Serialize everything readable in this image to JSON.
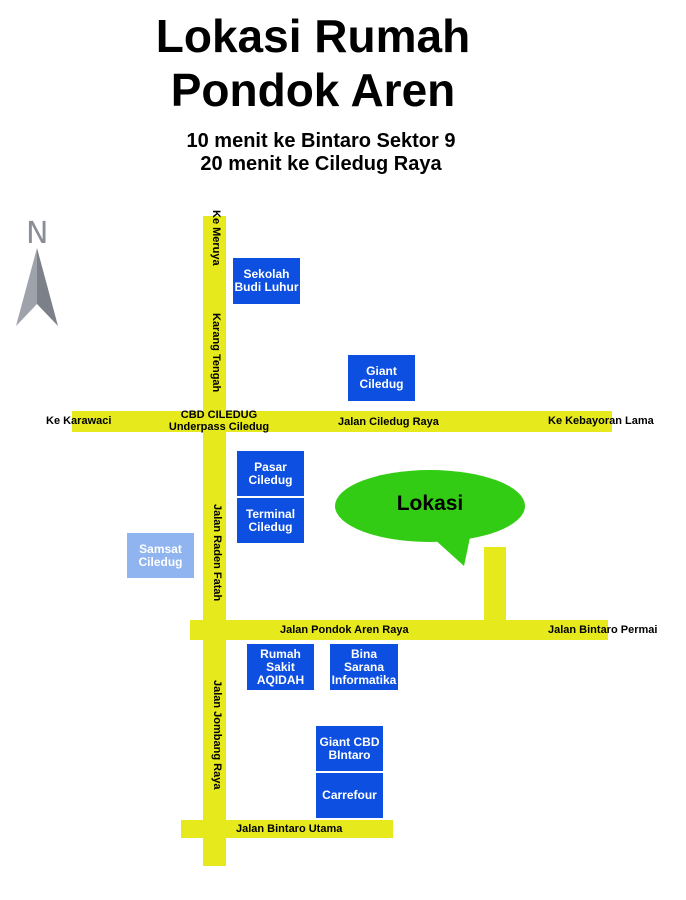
{
  "header": {
    "title_line1": "Lokasi Rumah",
    "title_line2": "Pondok Aren",
    "subtitle_line1": "10 menit ke Bintaro Sektor 9",
    "subtitle_line2": "20 menit ke Ciledug Raya"
  },
  "compass": {
    "label": "N"
  },
  "roads": {
    "ke_meruya": "Ke Meruya",
    "karang_tengah": "Karang Tengah",
    "ke_karawaci": "Ke Karawaci",
    "cbd_line1": "CBD CILEDUG",
    "cbd_line2": "Underpass Ciledug",
    "jalan_ciledug_raya": "Jalan Ciledug Raya",
    "ke_kebayoran_lama": "Ke Kebayoran Lama",
    "jalan_raden_fatah": "Jalan Raden Fatah",
    "jalan_pondok_aren_raya": "Jalan Pondok Aren Raya",
    "jalan_bintaro_permai": "Jalan Bintaro Permai",
    "jalan_jombang_raya": "Jalan Jombang Raya",
    "jalan_bintaro_utama": "Jalan Bintaro Utama"
  },
  "places": {
    "sekolah_budi_luhur": "Sekolah Budi Luhur",
    "giant_ciledug": "Giant Ciledug",
    "pasar_ciledug": "Pasar Ciledug",
    "terminal_ciledug": "Terminal Ciledug",
    "samsat_ciledug": "Samsat Ciledug",
    "rumah_sakit_aqidah": "Rumah Sakit AQIDAH",
    "bina_sarana_informatika": "Bina Sarana Informatika",
    "giant_cbd_bintaro": "Giant CBD BIntaro",
    "carrefour": "Carrefour"
  },
  "marker": {
    "label": "Lokasi",
    "color": "#33cc14"
  },
  "colors": {
    "road": "#e6ea1c",
    "place": "#0d4fe0",
    "place_faded": "#8fb4f0"
  }
}
